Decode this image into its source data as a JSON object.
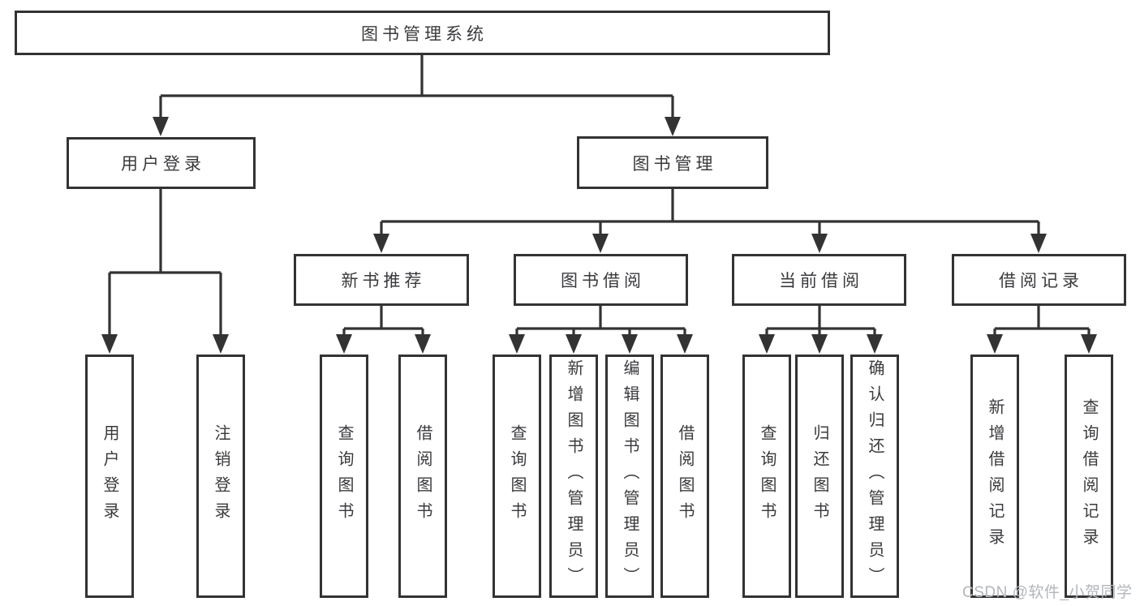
{
  "diagram": {
    "title": "图书管理系统",
    "nodes": {
      "root": {
        "label": "图书管理系统"
      },
      "user_login": {
        "label": "用户登录"
      },
      "book_mgmt": {
        "label": "图书管理"
      },
      "new_book_rec": {
        "label": "新书推荐"
      },
      "book_borrow": {
        "label": "图书借阅"
      },
      "current_borrow": {
        "label": "当前借阅"
      },
      "borrow_records": {
        "label": "借阅记录"
      },
      "ul_login": {
        "label": "用户登录"
      },
      "ul_logout": {
        "label": "注销登录"
      },
      "nb_query": {
        "label": "查询图书"
      },
      "nb_borrow": {
        "label": "借阅图书"
      },
      "bb_query": {
        "label": "查询图书"
      },
      "bb_add": {
        "label": "新增图书（管理员）"
      },
      "bb_edit": {
        "label": "编辑图书（管理员）"
      },
      "bb_borrow": {
        "label": "借阅图书"
      },
      "cb_query": {
        "label": "查询图书"
      },
      "cb_return": {
        "label": "归还图书"
      },
      "cb_confirm": {
        "label": "确认归还（管理员）"
      },
      "br_add": {
        "label": "新增借阅记录"
      },
      "br_query": {
        "label": "查询借阅记录"
      }
    },
    "hierarchy": {
      "图书管理系统": {
        "用户登录": [
          "用户登录",
          "注销登录"
        ],
        "图书管理": {
          "新书推荐": [
            "查询图书",
            "借阅图书"
          ],
          "图书借阅": [
            "查询图书",
            "新增图书（管理员）",
            "编辑图书（管理员）",
            "借阅图书"
          ],
          "当前借阅": [
            "查询图书",
            "归还图书",
            "确认归还（管理员）"
          ],
          "借阅记录": [
            "新增借阅记录",
            "查询借阅记录"
          ]
        }
      }
    },
    "colors": {
      "line": "#333333",
      "text": "#3a3a3e",
      "box_background": "#ffffff"
    }
  },
  "watermark": {
    "text": "CSDN @软件_小贺同学",
    "color": "#b3b6bb"
  }
}
